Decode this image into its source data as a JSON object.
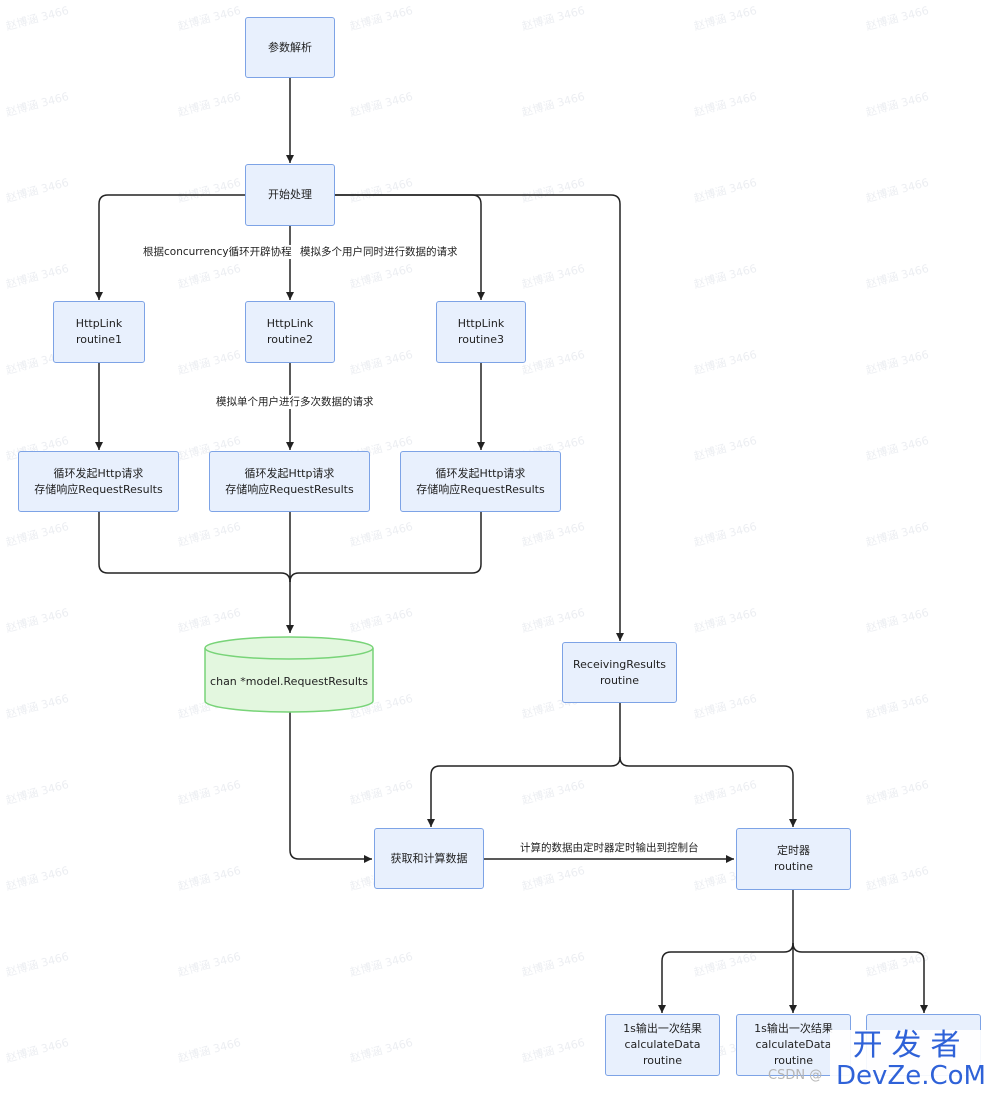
{
  "nodes": {
    "parse": "参数解析",
    "start": "开始处理",
    "http1": [
      "HttpLink",
      "routine1"
    ],
    "http2": [
      "HttpLink",
      "routine2"
    ],
    "http3": [
      "HttpLink",
      "routine3"
    ],
    "loop1": [
      "循环发起Http请求",
      "存储响应RequestResults"
    ],
    "loop2": [
      "循环发起Http请求",
      "存储响应RequestResults"
    ],
    "loop3": [
      "循环发起Http请求",
      "存储响应RequestResults"
    ],
    "chan": "chan *model.RequestResults",
    "receiving": [
      "ReceivingResults",
      "routine"
    ],
    "compute": "获取和计算数据",
    "timer": [
      "定时器",
      "routine"
    ],
    "calc1": [
      "1s输出一次结果",
      "calculateData",
      "routine"
    ],
    "calc2": [
      "1s输出一次结果",
      "calculateData",
      "routine"
    ]
  },
  "edge_labels": {
    "concurrency": "根据concurrency循环开辟协程",
    "multi_user": "模拟多个用户同时进行数据的请求",
    "single_user": "模拟单个用户进行多次数据的请求",
    "timer_output": "计算的数据由定时器定时输出到控制台"
  },
  "watermark": "赵博涵 3466",
  "footer": {
    "csdn": "CSDN @",
    "logo_top": "开发者",
    "logo_bottom": "DevZe.CoM"
  }
}
